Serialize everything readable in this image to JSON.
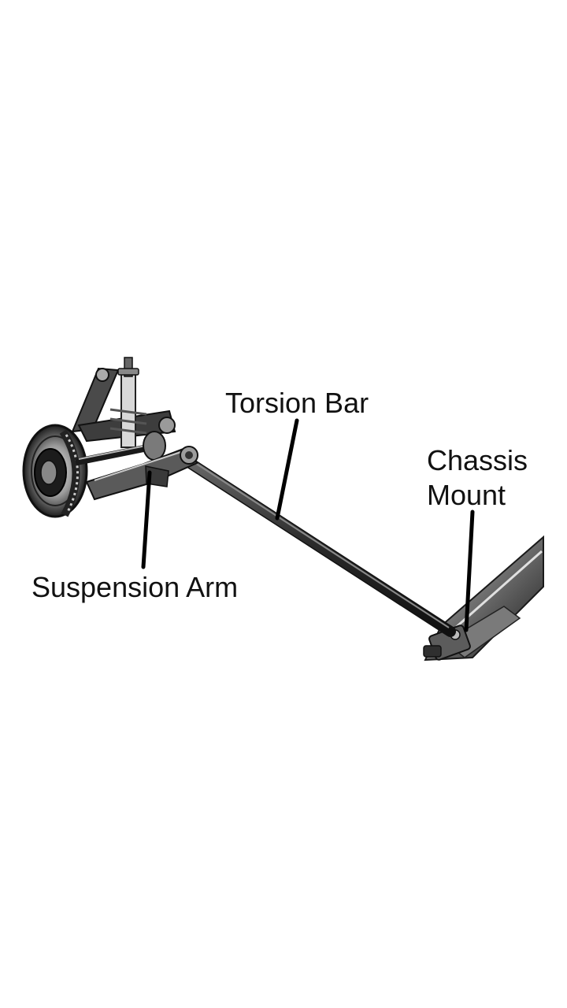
{
  "labels": {
    "torsion_bar": "Torsion Bar",
    "chassis_mount_line1": "Chassis",
    "chassis_mount_line2": "Mount",
    "suspension_arm": "Suspension Arm"
  },
  "colors": {
    "background": "#ffffff",
    "ink": "#111111",
    "metal_dark": "#3a3a3a",
    "metal_mid": "#8a8a8a",
    "metal_light": "#d6d6d6"
  }
}
